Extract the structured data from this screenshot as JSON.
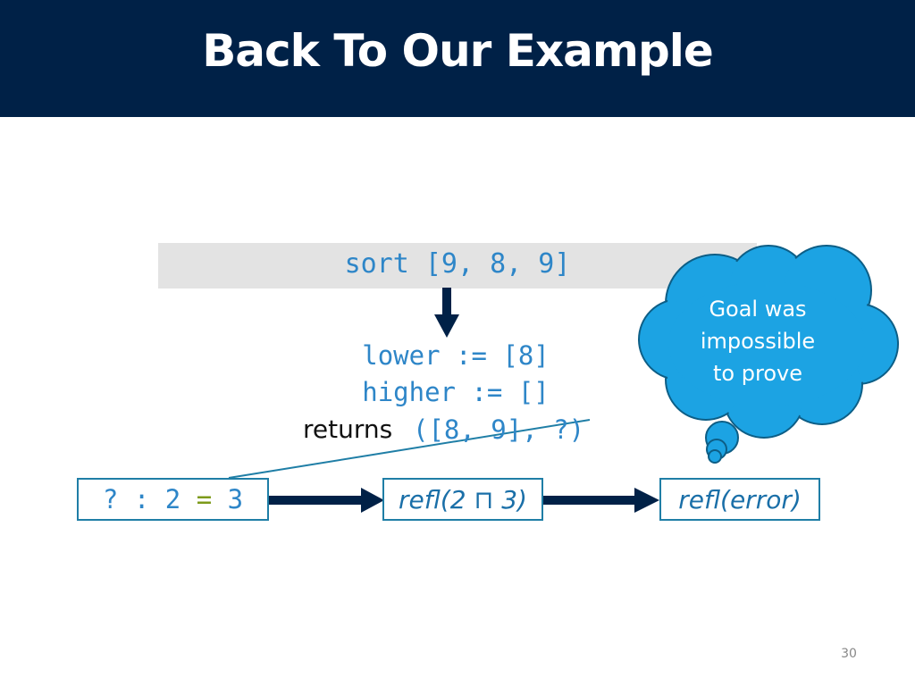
{
  "slide": {
    "title": "Back To Our Example",
    "page_number": "30"
  },
  "code_bar": {
    "text": "sort [9, 8, 9]"
  },
  "middle": {
    "lower_line": "lower := [8]",
    "higher_line": "higher := []",
    "returns_label": "returns",
    "returns_value": "([8, 9], ?)"
  },
  "flow": {
    "box1": {
      "hole": "?",
      "colon": " : 2 ",
      "eq": "=",
      "rhs": " 3"
    },
    "box2": {
      "text": "refl(2 ⊓ 3)"
    },
    "box3": {
      "text": "refl(error)"
    }
  },
  "thought_bubble": {
    "line1": "Goal was",
    "line2": "impossible",
    "line3": "to prove"
  },
  "colors": {
    "header_bg": "#002147",
    "code_blue": "#2e86c8",
    "cloud_fill": "#1ca3e3",
    "cloud_stroke": "#0d5e86",
    "arrow": "#002147"
  }
}
